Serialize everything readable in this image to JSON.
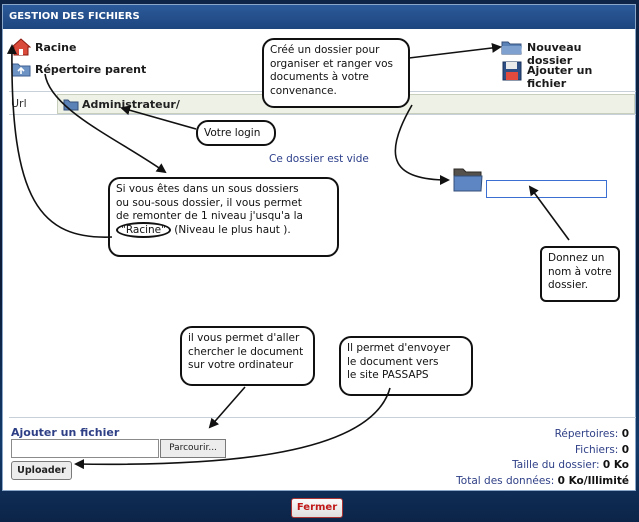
{
  "window": {
    "title": "GESTION DES FICHIERS"
  },
  "nav": {
    "root": "Racine",
    "parent": "Répertoire parent"
  },
  "actions": {
    "new_folder": "Nouveau dossier",
    "add_file": "Ajouter un fichier"
  },
  "url": {
    "label": "Url",
    "path": "Administrateur/"
  },
  "main": {
    "empty_message": "Ce dossier est vide"
  },
  "annotations": {
    "create_folder": [
      "Créé un dossier pour",
      "organiser et ranger vos",
      "documents à votre",
      "convenance."
    ],
    "login": [
      "Votre login"
    ],
    "subfolder": [
      "Si vous êtes dans un sous dossiers",
      "ou sou-sous dossier, il vous permet",
      "de remonter de 1 niveau j'usqu'a la"
    ],
    "subfolder_racine": "\"Racine\"",
    "subfolder_tail": " (Niveau le plus haut ).",
    "folder_name": [
      "Donnez un",
      "nom à votre",
      "dossier."
    ],
    "browse": [
      "il vous permet d'aller",
      "chercher le document",
      "sur votre ordinateur"
    ],
    "send": [
      "Il permet d'envoyer",
      "le document vers",
      "le site PASSAPS"
    ]
  },
  "upload": {
    "title": "Ajouter un fichier",
    "browse_label": "Parcourir...",
    "upload_label": "Uploader"
  },
  "stats": {
    "dirs_label": "Répertoires:",
    "dirs_value": "0",
    "files_label": "Fichiers:",
    "files_value": "0",
    "size_label": "Taille du dossier:",
    "size_value": "0 Ko",
    "total_label": "Total des données:",
    "total_value": "0 Ko/Illimité"
  },
  "footer": {
    "close_label": "Fermer"
  },
  "colors": {
    "title_bar": "#1d467e",
    "accent_text": "#2e3f86",
    "close_text": "#c01818",
    "folder": "#5b82b6"
  },
  "icons": {
    "root": "home-icon",
    "parent": "folder-up-icon",
    "new_folder": "folder-icon",
    "add_file": "floppy-disk-icon"
  }
}
